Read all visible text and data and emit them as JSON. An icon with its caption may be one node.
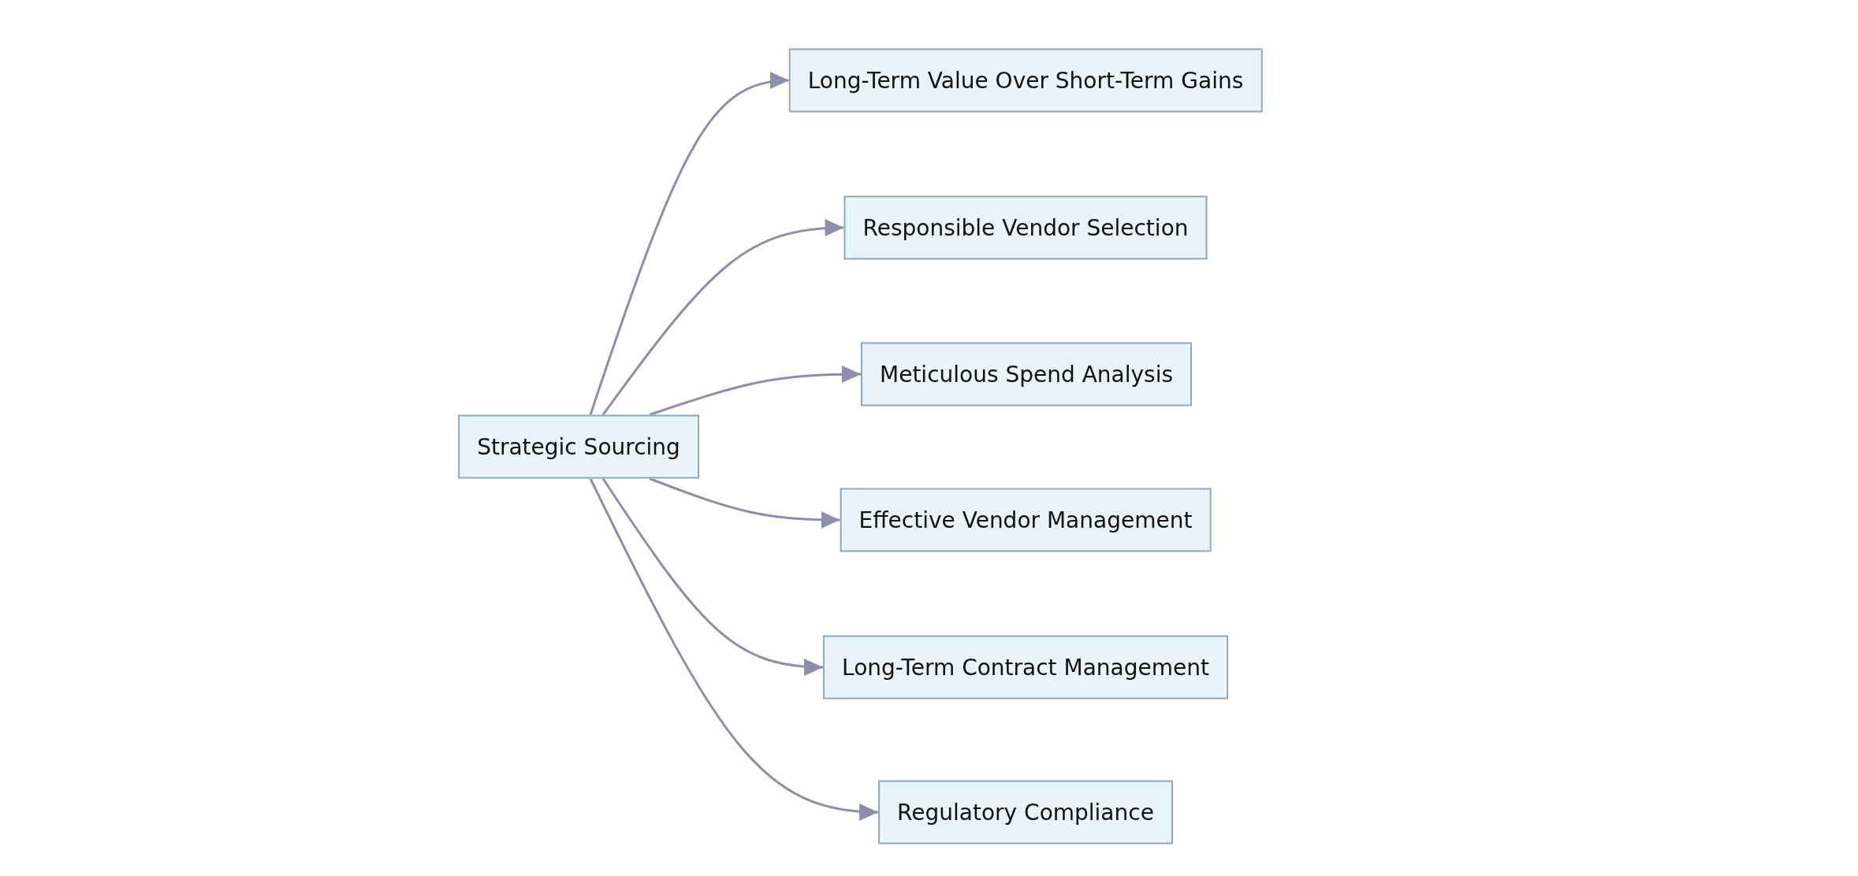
{
  "diagram": {
    "nodes": [
      {
        "text": [
          "Strategic Sourcing"
        ]
      },
      {
        "text": [
          "Long-Term Value Over Short-Term Gains"
        ]
      },
      {
        "text": [
          "Responsible Vendor Selection"
        ]
      },
      {
        "text": [
          "Meticulous Spend Analysis"
        ]
      },
      {
        "text": [
          "Effective Vendor Management"
        ]
      },
      {
        "text": [
          "Long-Term Contract Management"
        ]
      },
      {
        "text": [
          "Regulatory Compliance"
        ]
      }
    ],
    "edges": [
      {
        "from": 0,
        "to": 1,
        "arrow": "to"
      },
      {
        "from": 0,
        "to": 2,
        "arrow": "to"
      },
      {
        "from": 0,
        "to": 3,
        "arrow": "to"
      },
      {
        "from": 0,
        "to": 4,
        "arrow": "to"
      },
      {
        "from": 0,
        "to": 5,
        "arrow": "to"
      },
      {
        "from": 0,
        "to": 6,
        "arrow": "to"
      }
    ]
  }
}
